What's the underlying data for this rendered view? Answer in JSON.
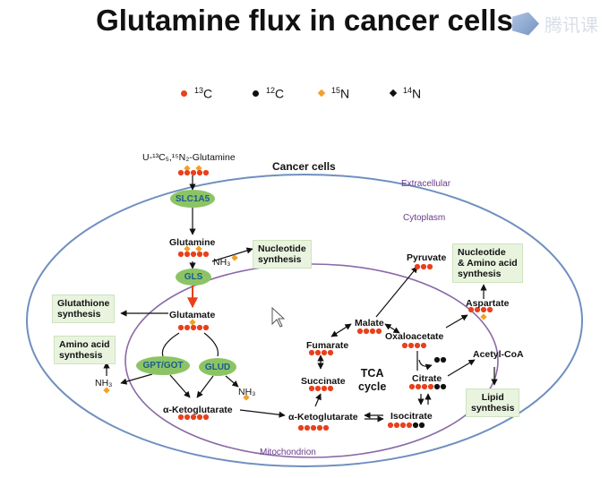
{
  "title": "Glutamine flux in cancer cells",
  "watermark": "腾讯课",
  "legend": [
    {
      "sup": "13",
      "el": "C",
      "color": "#e8401c",
      "shape": "dot"
    },
    {
      "sup": "12",
      "el": "C",
      "color": "#111111",
      "shape": "dot"
    },
    {
      "sup": "15",
      "el": "N",
      "color": "#f4a023",
      "shape": "diamond"
    },
    {
      "sup": "14",
      "el": "N",
      "color": "#111111",
      "shape": "diamond"
    }
  ],
  "labels": {
    "tracer": "U-¹³C₅,¹⁵N₂-Glutamine",
    "cancer_cells": "Cancer cells",
    "extracellular": "Extracellular",
    "cytoplasm": "Cytoplasm",
    "mitochondrion": "Mitochondrion",
    "glutamine": "Glutamine",
    "glutamate": "Glutamate",
    "akg_cyto": "α-Ketoglutarate",
    "akg_mito": "α-Ketoglutarate",
    "nh3_a": "NH₃",
    "nh3_b": "NH₃",
    "nh3_c": "NH₃",
    "pyruvate": "Pyruvate",
    "malate": "Malate",
    "fumarate": "Fumarate",
    "succinate": "Succinate",
    "oxaloacetate": "Oxaloacetate",
    "citrate": "Citrate",
    "isocitrate": "Isocitrate",
    "tca": "TCA\ncycle",
    "aspartate": "Aspartate",
    "acetyl_coa": "Acetyl-CoA"
  },
  "boxes": {
    "nucleotide": "Nucleotide\nsynthesis",
    "glutathione": "Glutathione\nsynthesis",
    "amino_acid": "Amino acid\nsynthesis",
    "nuc_amino": "Nucleotide\n& Amino acid\nsynthesis",
    "lipid": "Lipid\nsynthesis"
  },
  "enzymes": {
    "slc1a5": "SLC1A5",
    "gls": "GLS",
    "gpt_got": "GPT/GOT",
    "glud": "GLUD"
  },
  "colors": {
    "c13": "#e8401c",
    "c12": "#111111",
    "n15": "#f4a023",
    "membrane_outer": "#6f8fbf",
    "membrane_mito": "#8a6aa8",
    "enzyme": "#8cc465",
    "enzyme_text": "#1c5b8a",
    "gls_arrow": "#e8401c"
  }
}
